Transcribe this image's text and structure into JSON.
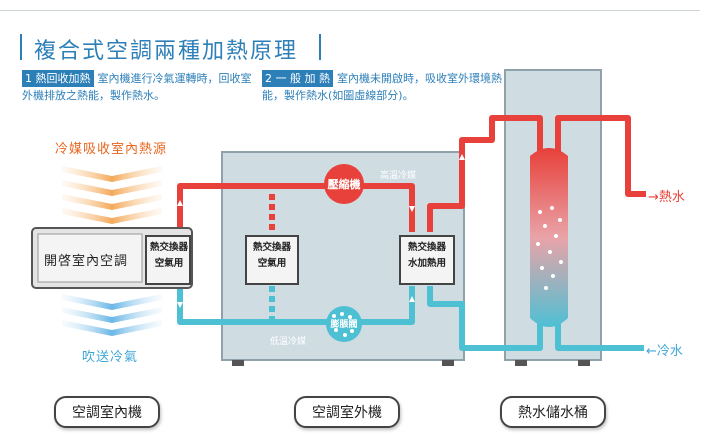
{
  "title": "複合式空調兩種加熱原理",
  "notes": [
    {
      "tag": "1 熱回收加熱",
      "text": "室內機進行冷氣運轉時，回收室外機排放之熱能，製作熱水。"
    },
    {
      "tag": "2 一 般 加 熱",
      "text": "室內機未開啟時，吸收室外環境熱能，製作熱水(如圖虛線部分)。"
    }
  ],
  "labels": {
    "absorb": "冷媒吸收室內熱源",
    "blow": "吹送冷氣",
    "indoor_unit": "開啓室內空調",
    "hx_indoor_1": "熱交換器",
    "hx_indoor_2": "空氣用",
    "hx_mid_1": "熱交換器",
    "hx_mid_2": "空氣用",
    "hx_right_1": "熱交換器",
    "hx_right_2": "水加熱用",
    "compressor": "壓縮機",
    "expansion": "膨脹閥",
    "high_temp": "高溫冷媒",
    "low_temp": "低溫冷媒",
    "hot_water": "→熱水",
    "cold_water": "←冷水"
  },
  "captions": {
    "indoor": "空調室內機",
    "outdoor": "空調室外機",
    "tank": "熱水儲水桶"
  },
  "colors": {
    "hot": "#e8403a",
    "cold": "#4ec0d4",
    "accent": "#2d7fb8",
    "unit": "#cfdde3"
  }
}
